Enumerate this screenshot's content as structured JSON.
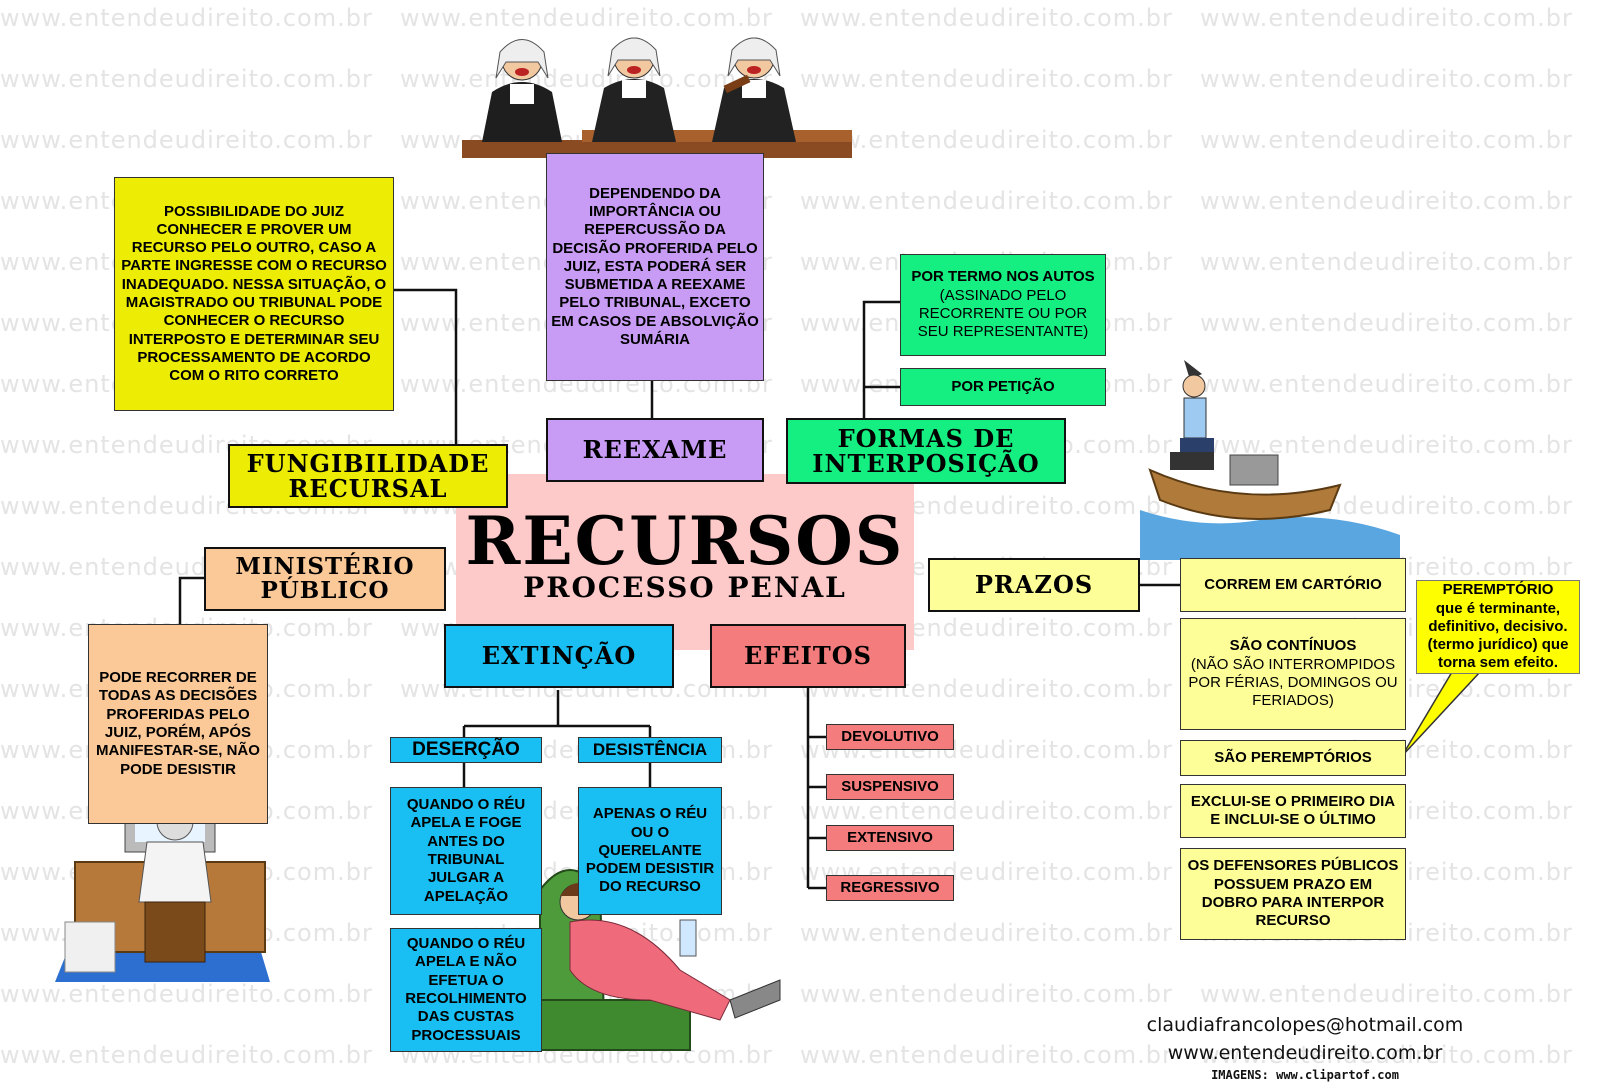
{
  "watermark": "www.entendeudireito.com.br",
  "colors": {
    "yellow": "#ecec04",
    "purple": "#c89cf4",
    "green": "#15ee80",
    "peach": "#fbc998",
    "cyan": "#19bff2",
    "red": "#f47c7c",
    "light_yellow": "#fefe99",
    "pink_bg": "#fdc9c9"
  },
  "center": {
    "title": "RECURSOS",
    "subtitle": "PROCESSO PENAL"
  },
  "branches": {
    "fungibilidade": {
      "title": "FUNGIBILIDADE RECURSAL",
      "text": "POSSIBILIDADE DO JUIZ CONHECER E PROVER UM RECURSO PELO OUTRO, CASO A PARTE INGRESSE COM O RECURSO INADEQUADO. NESSA SITUAÇÃO, O MAGISTRADO OU TRIBUNAL PODE CONHECER O RECURSO INTERPOSTO E DETERMINAR SEU PROCESSAMENTO DE ACORDO COM O RITO CORRETO"
    },
    "reexame": {
      "title": "REEXAME",
      "text": "DEPENDENDO DA IMPORTÂNCIA OU REPERCUSSÃO DA DECISÃO PROFERIDA PELO JUIZ, ESTA PODERÁ SER SUBMETIDA A REEXAME PELO TRIBUNAL, EXCETO EM CASOS DE ABSOLVIÇÃO SUMÁRIA"
    },
    "formas": {
      "title": "FORMAS DE INTERPOSIÇÃO",
      "item1_bold": "POR TERMO NOS AUTOS",
      "item1_normal": "(ASSINADO PELO RECORRENTE OU POR SEU REPRESENTANTE)",
      "item2": "POR PETIÇÃO"
    },
    "mp": {
      "title": "MINISTÉRIO PÚBLICO",
      "text": "PODE RECORRER DE TODAS AS DECISÕES PROFERIDAS PELO JUIZ, PORÉM, APÓS MANIFESTAR-SE, NÃO PODE DESISTIR"
    },
    "extincao": {
      "title": "EXTINÇÃO",
      "desercao": "DESERÇÃO",
      "desistencia": "DESISTÊNCIA",
      "desercao_text1": "QUANDO O RÉU APELA E FOGE ANTES DO TRIBUNAL JULGAR A APELAÇÃO",
      "desercao_text2": "QUANDO O RÉU APELA E NÃO EFETUA O RECOLHIMENTO DAS CUSTAS PROCESSUAIS",
      "desistencia_text": "APENAS O RÉU OU O QUERELANTE PODEM DESISTIR DO RECURSO"
    },
    "efeitos": {
      "title": "EFEITOS",
      "items": [
        "DEVOLUTIVO",
        "SUSPENSIVO",
        "EXTENSIVO",
        "REGRESSIVO"
      ]
    },
    "prazos": {
      "title": "PRAZOS",
      "item1": "CORREM EM CARTÓRIO",
      "item2_bold": "SÃO CONTÍNUOS",
      "item2_normal": "(NÃO SÃO INTERROMPIDOS POR FÉRIAS, DOMINGOS OU FERIADOS)",
      "item3": "SÃO PEREMPTÓRIOS",
      "item4": "EXCLUI-SE O PRIMEIRO DIA E INCLUI-SE O ÚLTIMO",
      "item5": "OS DEFENSORES PÚBLICOS POSSUEM PRAZO EM DOBRO PARA INTERPOR RECURSO",
      "callout_bold": "PEREMPTÓRIO",
      "callout_text": "que é terminante, definitivo, decisivo. (termo jurídico) que torna sem efeito."
    }
  },
  "credits": {
    "email": "claudiafrancolopes@hotmail.com",
    "site": "www.entendeudireito.com.br",
    "images": "IMAGENS: www.clipartof.com"
  }
}
